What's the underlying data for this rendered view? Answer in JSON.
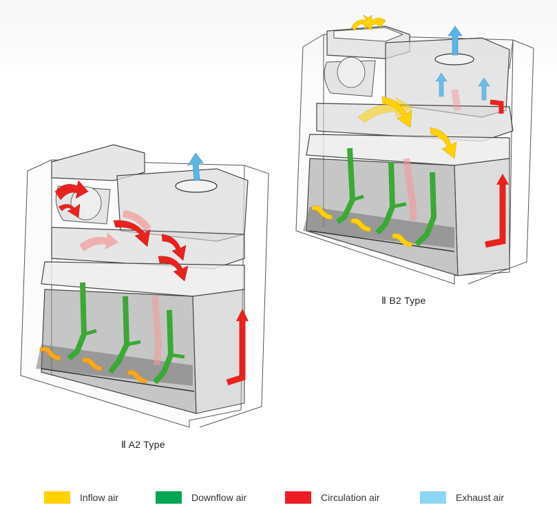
{
  "captions": {
    "b2": "Ⅱ B2 Type",
    "a2": "Ⅱ A2 Type"
  },
  "legend": [
    {
      "label": "Inflow air",
      "color": "#ffd200"
    },
    {
      "label": "Downflow air",
      "color": "#00a651"
    },
    {
      "label": "Circulation air",
      "color": "#ee1c25"
    },
    {
      "label": "Exhaust air",
      "color": "#8dd5f5"
    }
  ],
  "colors": {
    "inflow": "#ffd200",
    "inflow_dark": "#f7a823",
    "downflow": "#3aa935",
    "circulation": "#e8231f",
    "exhaust": "#5bb6e4"
  }
}
